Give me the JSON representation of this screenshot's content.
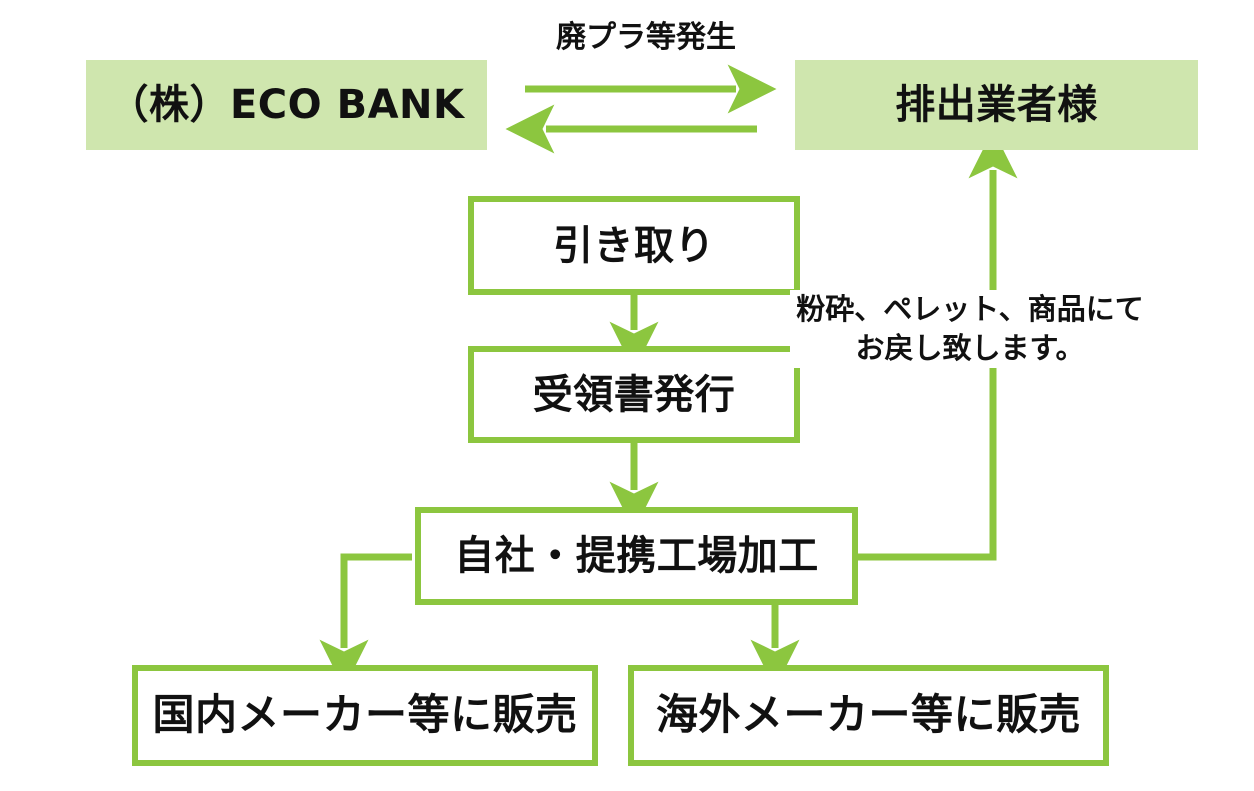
{
  "diagram": {
    "title": "ECO BANK waste plastic recycling flow",
    "colors": {
      "header_fill": "#cfe6ae",
      "box_border": "#8cc63f",
      "arrow": "#8cc63f",
      "text": "#111111",
      "background": "#ffffff"
    },
    "nodes": {
      "eco_bank": "（株）ECO BANK",
      "emitter": "排出業者様",
      "pickup": "引き取り",
      "receipt": "受領書発行",
      "factory": "自社・提携工場加工",
      "domestic_sale": "国内メーカー等に販売",
      "overseas_sale": "海外メーカー等に販売"
    },
    "edge_labels": {
      "waste_generation": "廃プラ等発生",
      "return_note": "粉砕、ペレット、商品にて\nお戻し致します。"
    },
    "edges": [
      {
        "name": "eco-bank-to-emitter",
        "from": "eco_bank",
        "to": "emitter",
        "direction": "right",
        "label": "廃プラ等発生"
      },
      {
        "name": "emitter-to-eco-bank",
        "from": "emitter",
        "to": "eco_bank",
        "direction": "left",
        "label": ""
      },
      {
        "name": "pickup-to-receipt",
        "from": "pickup",
        "to": "receipt",
        "direction": "down",
        "label": ""
      },
      {
        "name": "receipt-to-factory",
        "from": "receipt",
        "to": "factory",
        "direction": "down",
        "label": ""
      },
      {
        "name": "factory-to-domestic",
        "from": "factory",
        "to": "domestic_sale",
        "direction": "down-left",
        "label": ""
      },
      {
        "name": "factory-to-overseas",
        "from": "factory",
        "to": "overseas_sale",
        "direction": "down",
        "label": ""
      },
      {
        "name": "factory-to-emitter",
        "from": "factory",
        "to": "emitter",
        "direction": "up-right",
        "label": "粉砕、ペレット、商品にて お戻し致します。"
      }
    ]
  }
}
